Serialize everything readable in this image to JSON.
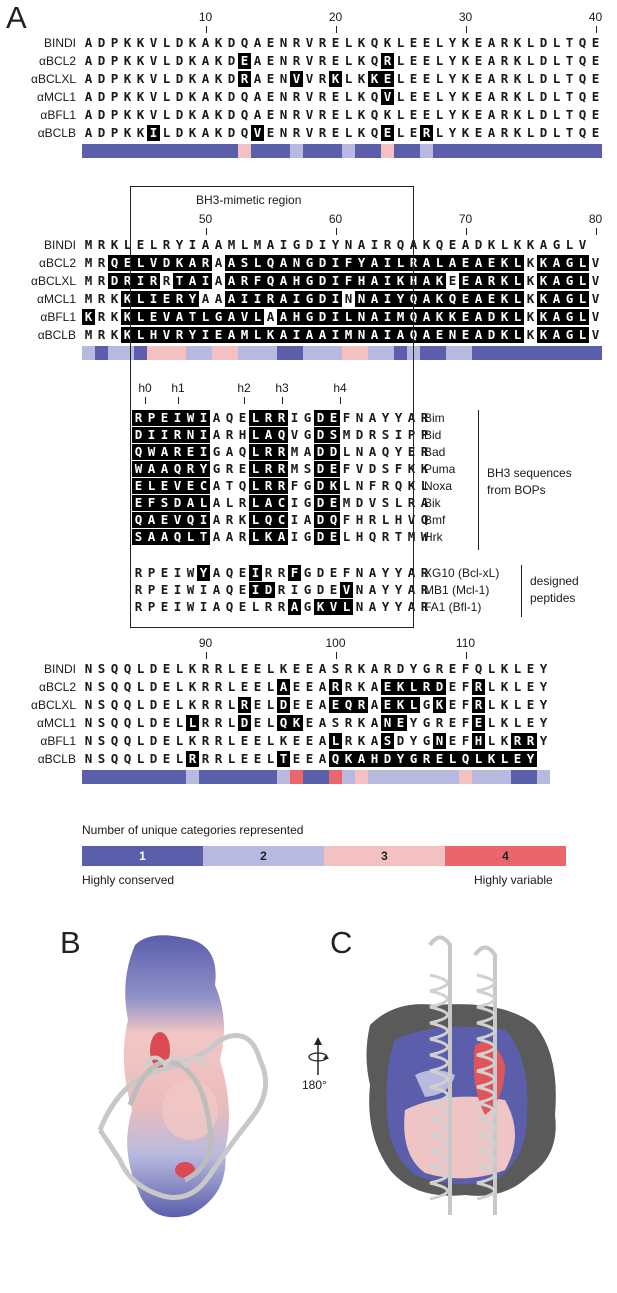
{
  "panel_letters": {
    "a": "A",
    "b": "B",
    "c": "C"
  },
  "rotation_label": "180°",
  "colors": {
    "cat1": "#5b5eab",
    "cat2": "#b8b9de",
    "cat3": "#f3c1c1",
    "cat4": "#e9676c",
    "gray_surface": "#5a5a5a",
    "ribbon": "#c8c8c8"
  },
  "block1": {
    "ticks": [
      {
        "label": "10",
        "col": 9
      },
      {
        "label": "20",
        "col": 19
      },
      {
        "label": "30",
        "col": 29
      },
      {
        "label": "40",
        "col": 39
      }
    ],
    "rows": [
      {
        "name": "BINDI",
        "seq": "ADPKKVLDKAKDQAENRVRELKQKLEELYKEARKLDLTQE"
      },
      {
        "name": "αBCL2",
        "seq": "ADPKKVLDKAKDEAENRVRELKQRLEELYKEARKLDLTQE"
      },
      {
        "name": "αBCLXL",
        "seq": "ADPKKVLDKAKDRAENVVRKLKKELEELYKEARKLDLTQE"
      },
      {
        "name": "αMCL1",
        "seq": "ADPKKVLDKAKDQAENRVRELKQVLEELYKEARKLDLTQE"
      },
      {
        "name": "αBFL1",
        "seq": "ADPKKVLDKAKDQAENRVRELKQKLEELYKEARKLDLTQE"
      },
      {
        "name": "αBCLB",
        "seq": "ADPKKILDKAKDQVENRVRELKQELERLYKEARKLDLTQE"
      }
    ],
    "cons": "1111111111113111211121131121111111111111"
  },
  "block2": {
    "region_title": "BH3-mimetic region",
    "ticks": [
      {
        "label": "50",
        "col": 9
      },
      {
        "label": "60",
        "col": 19
      },
      {
        "label": "70",
        "col": 29
      },
      {
        "label": "80",
        "col": 39
      }
    ],
    "rows": [
      {
        "name": "BINDI",
        "seq": "MRKLELRYIAAMLMAIGDIYNAIRQAKQEADKLKKAGLV"
      },
      {
        "name": "αBCL2",
        "seq": "MRQELVDKARAASLQANGDIFYAILRALAEAEKLKKAGLV"
      },
      {
        "name": "αBCLXL",
        "seq": "MRDRIRRTAIAARFQAHGDIFHAIKHAKEEARKLKKAGLV"
      },
      {
        "name": "αMCL1",
        "seq": "MRKKLIERYAAAIIRAIGDINNAIYQAKQEAEKLKKAGLV"
      },
      {
        "name": "αBFL1",
        "seq": "KRKKLEVATLGAVLAAHGDILNAIMQAKKEADKLKKAGLV"
      },
      {
        "name": "αBCLB",
        "seq": "MRKKLHVRYIEAMLKAIAAIMNAIAQAENEADKLKKAGLV"
      }
    ],
    "cons": "2122133322332221122233221211221111111111"
  },
  "bh3": {
    "helix_labels": [
      "h0",
      "h1",
      "h2",
      "h3",
      "h4"
    ],
    "rows": [
      {
        "name": "Bim",
        "seq": "RPEIWIAQELRRIGDEFNAYYAR"
      },
      {
        "name": "Bid",
        "seq": "DIIRNIARHLAQVGDSMDRSIPP"
      },
      {
        "name": "Bad",
        "seq": "QWAREIGAQLRRMADDLNAQYER"
      },
      {
        "name": "Puma",
        "seq": "WAAQRYGRELRRMSDEFVDSFKK"
      },
      {
        "name": "Noxa",
        "seq": "ELEVECATQLRRFGDKLNFRQKL"
      },
      {
        "name": "Bik",
        "seq": "EFSDALALRLACIGDEMDVSLRA"
      },
      {
        "name": "Bmf",
        "seq": "QAEVQIARKLQCIADQFHRLHVQ"
      },
      {
        "name": "Hrk",
        "seq": "SAAQLTAARLKAIGDELHQRTMW"
      }
    ],
    "bracket_label": "BH3 sequences from BOPs",
    "bracket_lines": [
      "BH3 sequences",
      "from BOPs"
    ],
    "designed_rows": [
      {
        "name": "XG10 (Bcl-xL)",
        "seq": "RPEIWYAQEIRRFGDEFNAYYAR"
      },
      {
        "name": "MB1 (Mcl-1)",
        "seq": "RPEIWIAQEIDRIGDEVNAYYAR"
      },
      {
        "name": "FA1 (Bfl-1)",
        "seq": "RPEIWIAQELRRAGKVLNAYYAR"
      }
    ],
    "designed_lines": [
      "designed",
      "peptides"
    ]
  },
  "block3": {
    "ticks": [
      {
        "label": "90",
        "col": 9
      },
      {
        "label": "100",
        "col": 19
      },
      {
        "label": "110",
        "col": 29
      }
    ],
    "rows": [
      {
        "name": "BINDI",
        "seq": "NSQQLDELKRRLEELKEEASRKARDYGREFQLKLEY"
      },
      {
        "name": "αBCL2",
        "seq": "NSQQLDELKRRLEELAEEARRKAEKLRDEFRLKLEY"
      },
      {
        "name": "αBCLXL",
        "seq": "NSQQLDELKRRLRELDEEAEQRAEKLGKEFRLKLEY"
      },
      {
        "name": "αMCL1",
        "seq": "NSQQLDELLRRLDELQKEASRKANEYGREFELKLEY"
      },
      {
        "name": "αBFL1",
        "seq": "NSQQLDELKRRLEELKEEALRKASDYGNEFHLKRRY"
      },
      {
        "name": "αBCLB",
        "seq": "NSQQLDELRRRLEELTEEAQKAHDYGRELQLKLEY"
      }
    ],
    "cons": "111111112111111241142322222223222112"
  },
  "legend": {
    "title": "Number of unique categories represented",
    "categories": [
      "1",
      "2",
      "3",
      "4"
    ],
    "left_label": "Highly conserved",
    "right_label": "Highly variable"
  }
}
